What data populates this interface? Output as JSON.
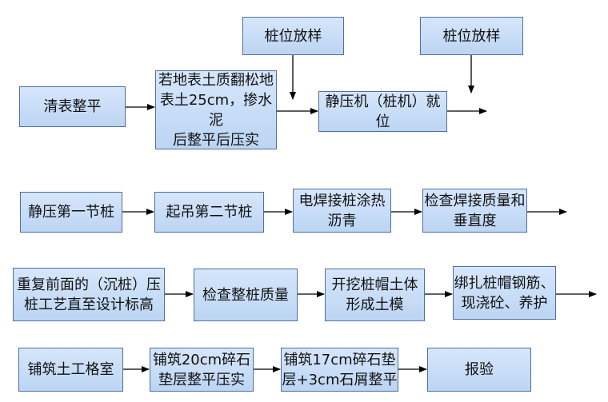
{
  "diagram": {
    "nodes": {
      "qingbiao": "清表整平",
      "fansong": "若地表土质翻松地\n表土25cm，掺水泥\n后整平后压实",
      "fangyang1": "桩位放样",
      "fangyang2": "桩位放样",
      "jiuwei": "静压机（桩机）就位",
      "diyijie": "静压第一节桩",
      "dierjie": "起吊第二节桩",
      "hanjie": "电焊接桩涂热\n沥青",
      "jiancha_hanjie": "检查焊接质量和\n垂直度",
      "chongfu": "重复前面的（沉桩）压\n桩工艺直至设计标高",
      "jiancha_zhengzhuang": "检查整桩质量",
      "kaiwa": "开挖桩帽土体\n形成土模",
      "bangza": "绑扎桩帽钢筋、\n现浇砼、养护",
      "gongge": "铺筑土工格室",
      "suishi20": "铺筑20cm碎石\n垫层整平压实",
      "suishi17": "铺筑17cm碎石垫\n层+3cm石屑整平",
      "baoyan": "报验"
    },
    "colors": {
      "box_fill": "#c8ddf7",
      "box_border": "#4f6f9e",
      "arrow": "#000000"
    }
  }
}
